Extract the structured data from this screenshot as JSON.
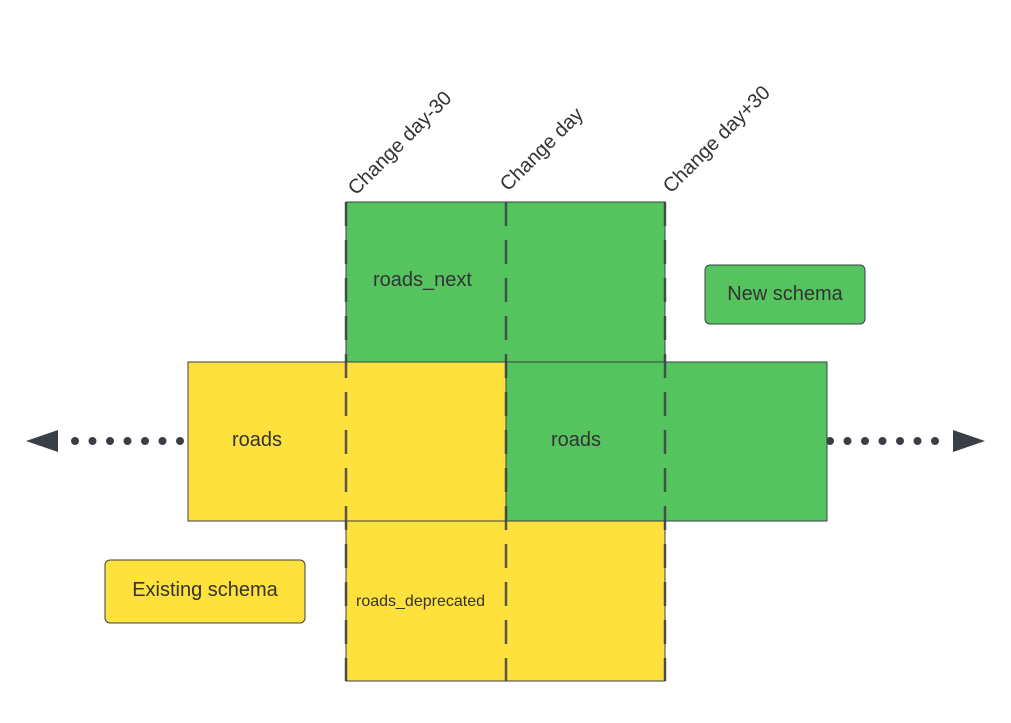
{
  "milestones": [
    {
      "key": "minus30",
      "label": "Change day-30"
    },
    {
      "key": "day",
      "label": "Change day"
    },
    {
      "key": "plus30",
      "label": "Change day+30"
    }
  ],
  "tables": {
    "roads_next": "roads_next",
    "roads_existing": "roads",
    "roads_new": "roads",
    "roads_deprecated": "roads_deprecated"
  },
  "legend": {
    "new_schema": "New schema",
    "existing_schema": "Existing schema"
  },
  "colors": {
    "new_schema": "#55c45f",
    "existing_schema": "#ffe13d",
    "stroke": "#3a3f47",
    "text": "#333333"
  }
}
